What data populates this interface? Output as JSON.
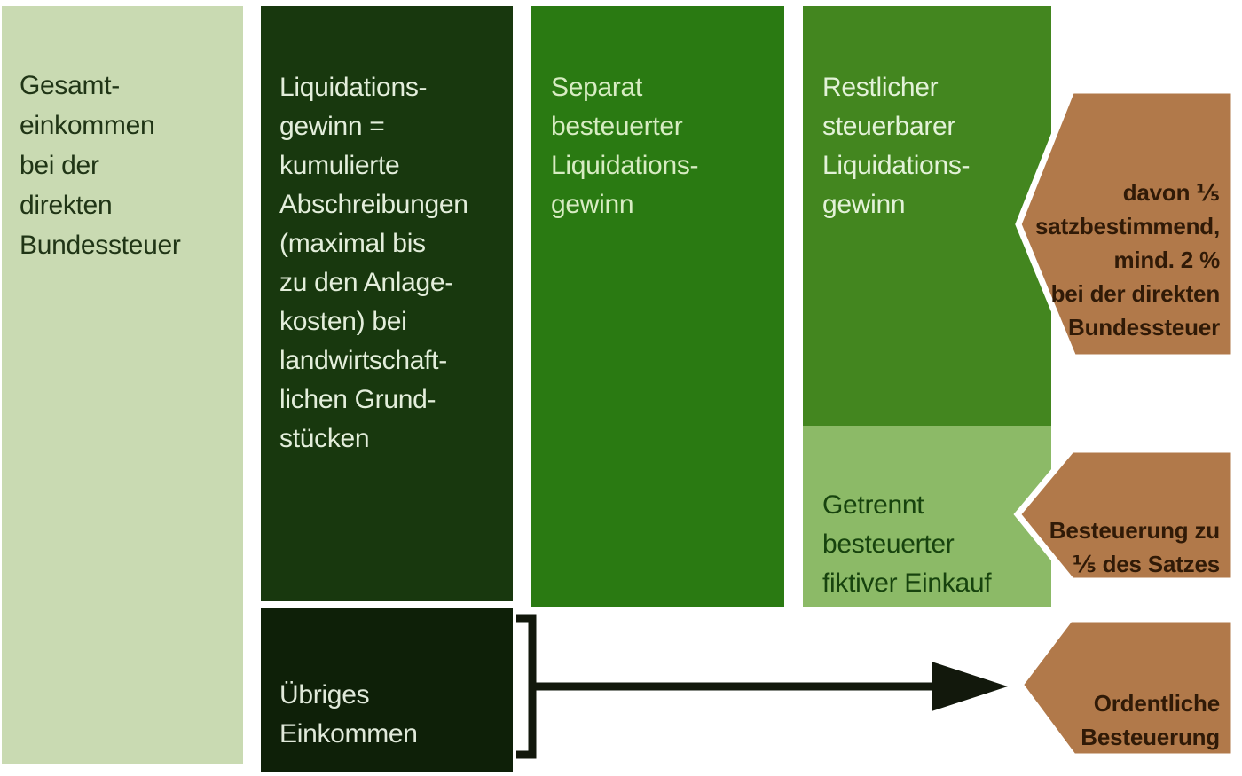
{
  "colors": {
    "background": "#ffffff",
    "pale_green": "#c9dab2",
    "dark_green": "#18380e",
    "darkest_green": "#0e2008",
    "medium_green": "#2a7a12",
    "bright_green": "#43861f",
    "light_green": "#8cba67",
    "tag_brown": "#b1794a",
    "tag_text_brown": "#301a07",
    "connector_black": "#12180c"
  },
  "boxes": {
    "gesamteinkommen": {
      "text": "Gesamt-\neinkommen\nbei der\ndirekten\nBundessteuer"
    },
    "liquidationsgewinn": {
      "text": "Liquidations-\ngewinn =\nkumulierte\nAbschreibungen\n(maximal bis\nzu den Anlage-\nkosten) bei\nlandwirtschaft-\nlichen Grund-\nstücken"
    },
    "uebriges_einkommen": {
      "text": "Übriges\nEinkommen"
    },
    "separat_besteuert": {
      "text": "Separat\nbesteuerter\nLiquidations-\ngewinn"
    },
    "restlicher_gewinn": {
      "text": "Restlicher\nsteuerbarer\nLiquidations-\ngewinn"
    },
    "getrennt_besteuert": {
      "text": "Getrennt\nbesteuerter\nfiktiver Einkauf"
    }
  },
  "tags": {
    "satzbestimmend": {
      "text": "davon ⅕\nsatzbestimmend,\nmind. 2 %\nbei der direkten\nBundessteuer"
    },
    "fuenftel_satz": {
      "text": "Besteuerung zu\n⅕ des Satzes"
    },
    "ordentliche": {
      "text": "Ordentliche\nBesteuerung"
    }
  }
}
